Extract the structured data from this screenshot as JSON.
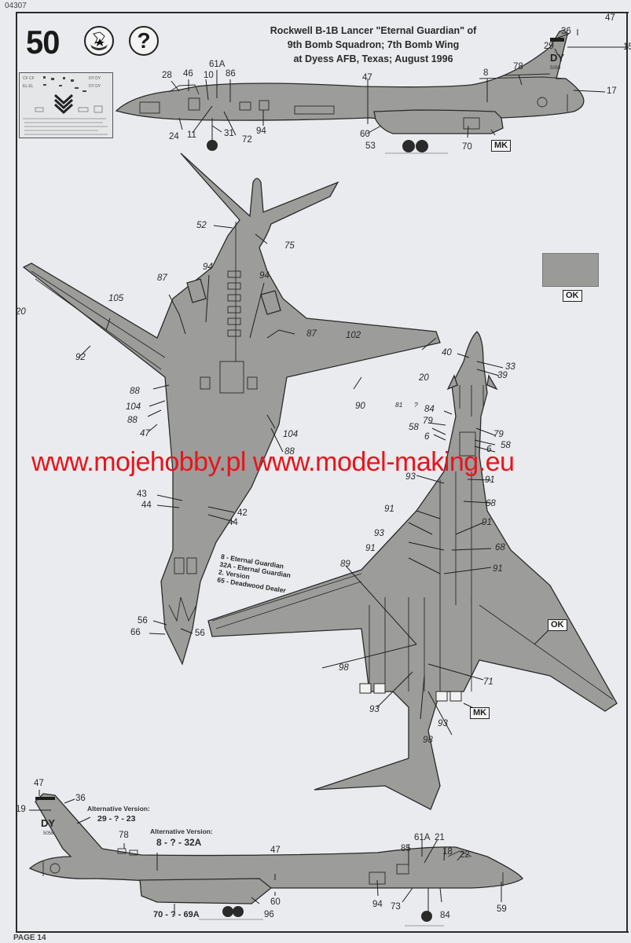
{
  "document": {
    "doc_code": "04307",
    "page_label": "PAGE 14",
    "step_number": "50",
    "help_icon": "?",
    "title_lines": [
      "Rockwell B-1B Lancer \"Eternal Guardian\" of",
      "9th Bomb Squadron; 7th Bomb Wing",
      "at Dyess AFB, Texas; August 1996"
    ]
  },
  "colors": {
    "paint_gray": "#9a9a98",
    "watermark_red": "#e8141c",
    "ink": "#222222",
    "paper": "#e9ebee"
  },
  "paint_swatch": {
    "code_label": "OK"
  },
  "watermark": {
    "text": "www.mojehobby.pl www.model-making.eu"
  },
  "views": {
    "top_side": {
      "labels": [
        "28",
        "46",
        "61A",
        "10",
        "86",
        "24",
        "11",
        "31",
        "72",
        "94",
        "47",
        "60",
        "53",
        "8",
        "78",
        "70",
        "MK",
        "36",
        "47",
        "29",
        "15",
        "17"
      ],
      "tail_code": "DY",
      "serial": "5058"
    },
    "underside_left": {
      "labels": [
        "52",
        "75",
        "94",
        "94",
        "87",
        "87",
        "105",
        "20",
        "92",
        "102",
        "88",
        "104",
        "88",
        "47",
        "104",
        "88",
        "90",
        "20",
        "43",
        "44",
        "42",
        "44",
        "56",
        "66",
        "56"
      ]
    },
    "upper_right": {
      "labels": [
        "40",
        "33",
        "39",
        "81",
        "?",
        "84",
        "79",
        "58",
        "6",
        "79",
        "58",
        "6",
        "93",
        "91",
        "68",
        "91",
        "91",
        "93",
        "68",
        "91",
        "91",
        "89",
        "98",
        "71",
        "93",
        "93",
        "98",
        "OK",
        "MK"
      ]
    },
    "note": {
      "lines": [
        "8 - Eternal Guardian",
        "32A - Eternal Guardian",
        "2. Version",
        "65 - Deadwood Dealer"
      ]
    },
    "bottom_side": {
      "labels": [
        "47",
        "36",
        "19",
        "78",
        "47",
        "60",
        "96",
        "85",
        "61A",
        "21",
        "18",
        "22",
        "94",
        "73",
        "84",
        "59"
      ],
      "alt_version_1_title": "Alternative Version:",
      "alt_version_1_value": "29 - ? - 23",
      "alt_version_2_title": "Alternative Version:",
      "alt_version_2_value": "8 - ? - 32A",
      "alt_version_3_value": "70 - ? - 69A",
      "tail_code": "DY",
      "serial": "5058"
    }
  }
}
